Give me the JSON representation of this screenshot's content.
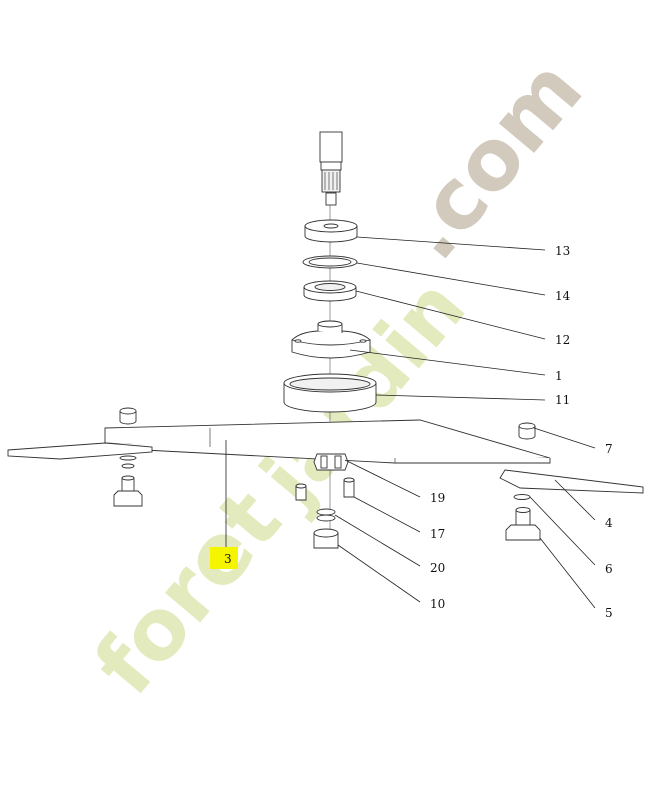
{
  "callouts": [
    {
      "id": "13",
      "label": "13"
    },
    {
      "id": "14",
      "label": "14"
    },
    {
      "id": "12",
      "label": "12"
    },
    {
      "id": "1",
      "label": "1"
    },
    {
      "id": "11",
      "label": "11"
    },
    {
      "id": "7",
      "label": "7"
    },
    {
      "id": "19",
      "label": "19"
    },
    {
      "id": "4",
      "label": "4"
    },
    {
      "id": "17",
      "label": "17"
    },
    {
      "id": "6",
      "label": "6"
    },
    {
      "id": "3",
      "label": "3"
    },
    {
      "id": "20",
      "label": "20"
    },
    {
      "id": "5",
      "label": "5"
    },
    {
      "id": "10",
      "label": "10"
    }
  ],
  "highlight": {
    "label": "3",
    "color": "#f5f500"
  },
  "watermark": {
    "part1": "foret",
    "part2": "jardin",
    "part3": ".com",
    "color_green": "#dfe7b2",
    "color_grey": "#c9c1b2",
    "color_orange": "#f7d9b8"
  }
}
